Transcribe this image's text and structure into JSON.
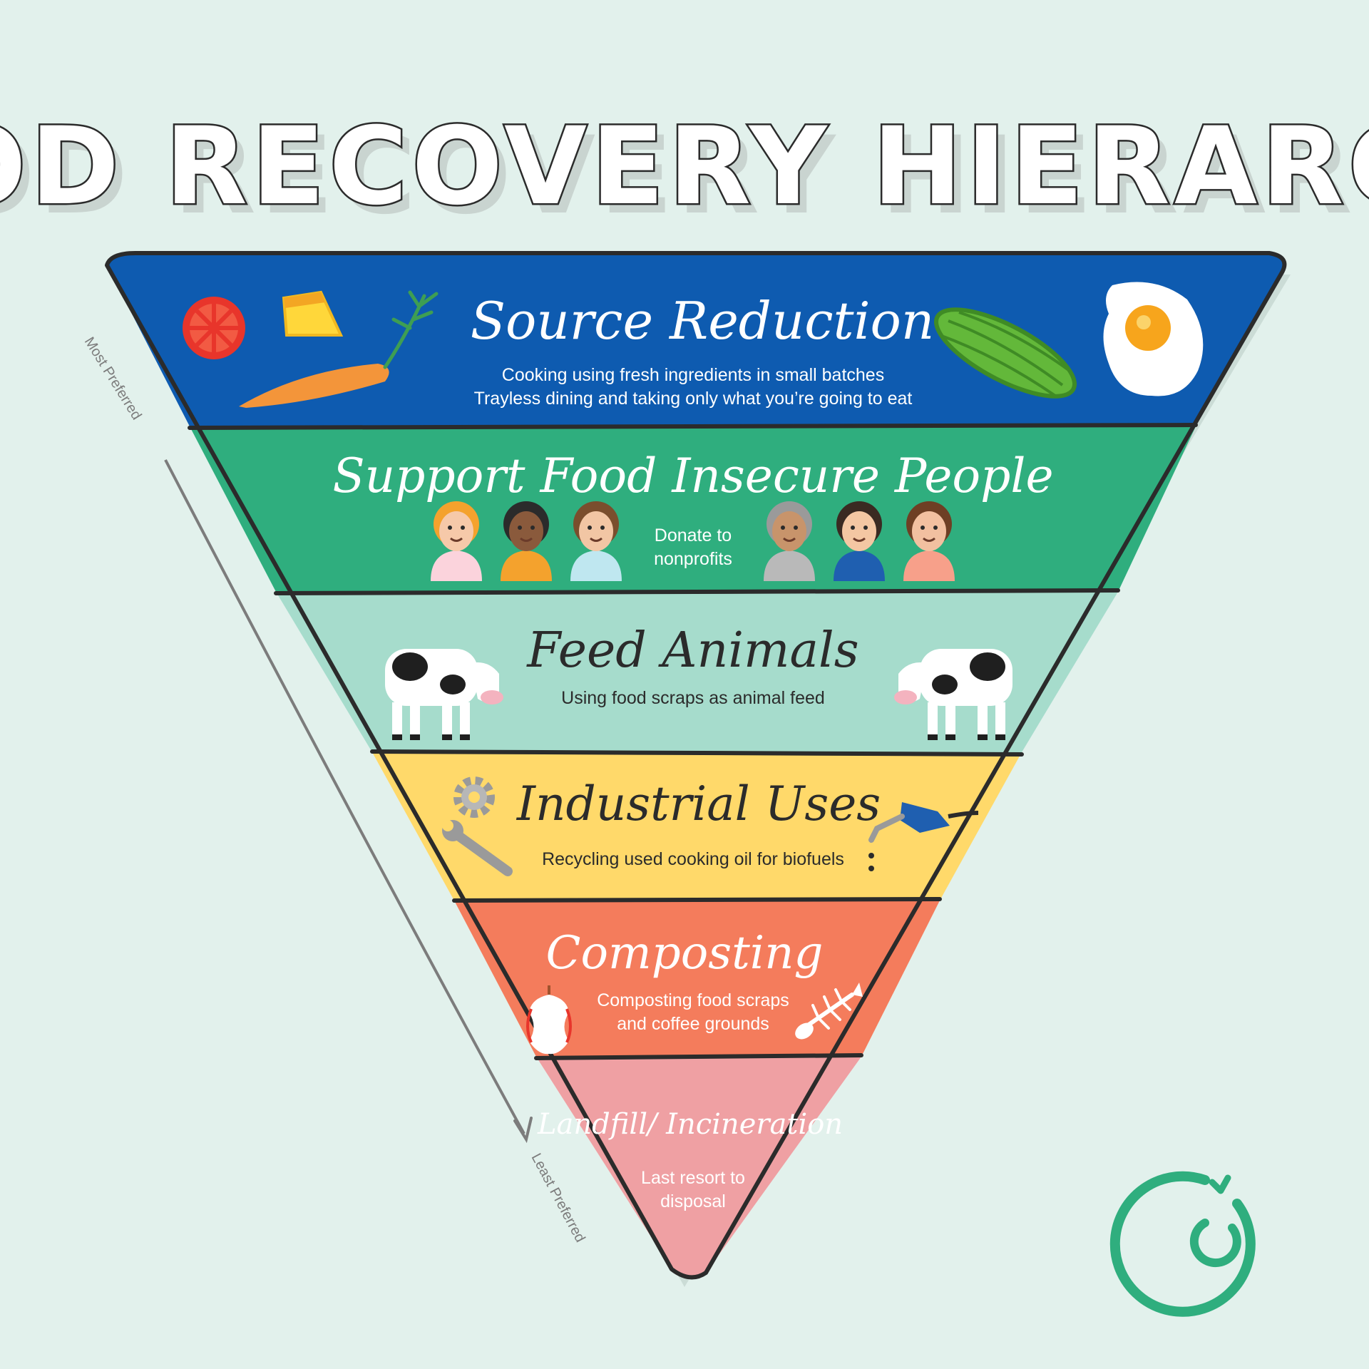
{
  "title": "FOOD RECOVERY HIERARCHY",
  "side_labels": {
    "top": "Most Preferred",
    "bottom": "Least Preferred"
  },
  "tiers": [
    {
      "heading": "Source Reduction",
      "lines": [
        "Cooking using fresh ingredients in small batches",
        "Trayless dining and taking only what you’re going to eat"
      ],
      "color": "#0e5bb0",
      "text_color": "#ffffff"
    },
    {
      "heading": "Support Food Insecure People",
      "lines": [
        "Donate to",
        "nonprofits"
      ],
      "color": "#2fae7e",
      "text_color": "#ffffff"
    },
    {
      "heading": "Feed Animals",
      "lines": [
        "Using food scraps as animal feed"
      ],
      "color": "#a6dccc",
      "text_color": "#2b2b2b"
    },
    {
      "heading": "Industrial Uses",
      "lines": [
        "Recycling used cooking oil for biofuels"
      ],
      "color": "#ffd96a",
      "text_color": "#2b2b2b"
    },
    {
      "heading": "Composting",
      "lines": [
        "Composting food scraps",
        "and coffee grounds"
      ],
      "color": "#f47c5c",
      "text_color": "#ffffff"
    },
    {
      "heading": "Landfill/ Incineration",
      "lines": [
        "Last resort to",
        "disposal"
      ],
      "color": "#efa0a3",
      "text_color": "#ffffff"
    }
  ],
  "icons": {
    "tier1": [
      "tomato-icon",
      "pineapple-icon",
      "carrot-icon",
      "cucumber-icon",
      "fried-egg-icon"
    ],
    "tier2": [
      "person-icon"
    ],
    "tier3": [
      "cow-icon"
    ],
    "tier4": [
      "gear-icon",
      "wrench-icon",
      "fuel-nozzle-icon"
    ],
    "tier5": [
      "apple-core-icon",
      "fish-bone-icon"
    ]
  },
  "logo": "logo-icon",
  "colors": {
    "background": "#e2f1ec",
    "outline": "#2b2b2b",
    "logo": "#2fae7e"
  }
}
